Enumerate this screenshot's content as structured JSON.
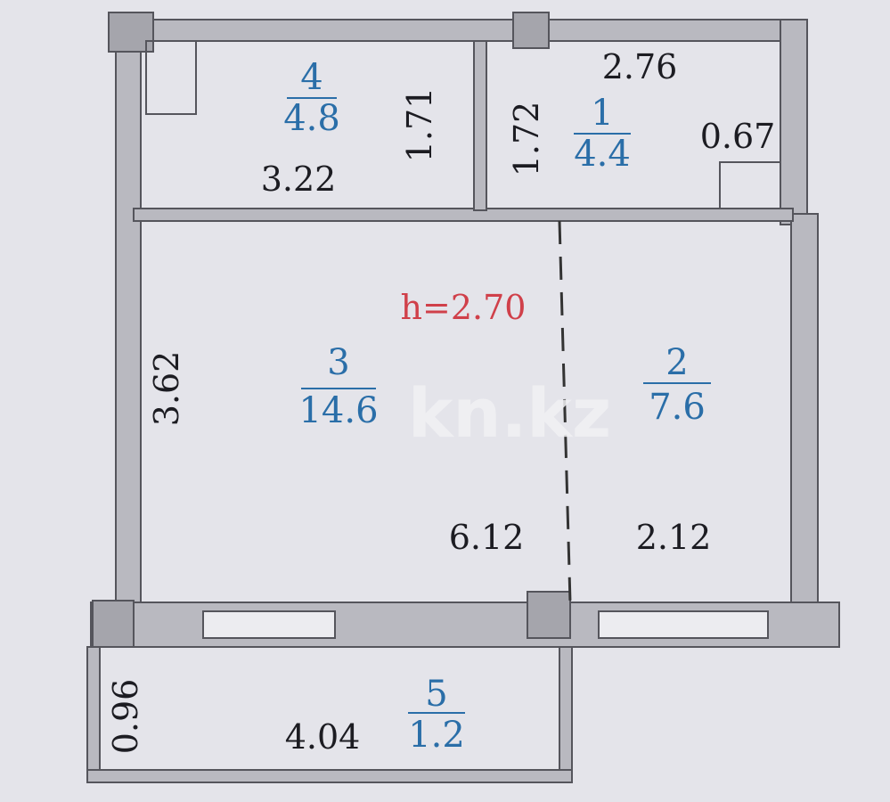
{
  "plan": {
    "ceiling_height": "h=2.70",
    "rooms": [
      {
        "number": "1",
        "area": "4.4"
      },
      {
        "number": "2",
        "area": "7.6"
      },
      {
        "number": "3",
        "area": "14.6"
      },
      {
        "number": "4",
        "area": "4.8"
      },
      {
        "number": "5",
        "area": "1.2"
      }
    ],
    "dimensions": {
      "room4_width": "3.22",
      "room4_depth": "1.71",
      "room1_depth": "1.72",
      "room1_width": "2.76",
      "room1_niche": "0.67",
      "living_depth": "3.62",
      "living_width": "6.12",
      "room2_width": "2.12",
      "balcony_width": "4.04",
      "balcony_depth": "0.96"
    },
    "watermark": "kn.kz",
    "colors": {
      "wall": "#b9b9c0",
      "room_label": "#2a6ea8",
      "height_label": "#d0404a",
      "background": "#e4e4ea"
    }
  }
}
